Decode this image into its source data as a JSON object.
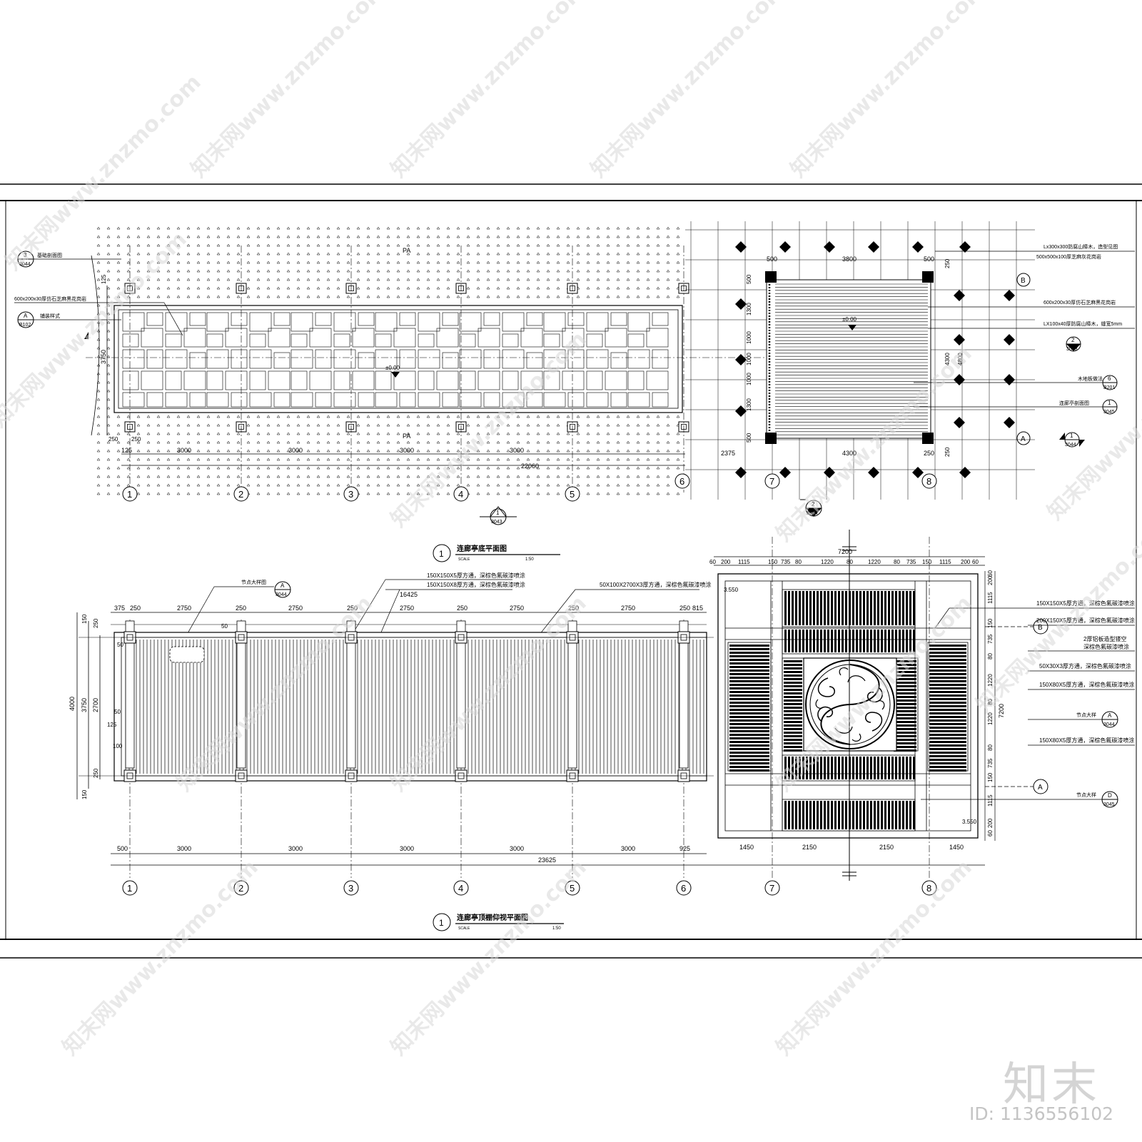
{
  "drawing_floor_plan": {
    "title": "连廊亭底平面图",
    "index": "1",
    "scale_label": "SCALE",
    "scale_value": "1:50",
    "section_mark": {
      "number": "1",
      "sheet": "3043"
    },
    "grid_labels": [
      "1",
      "2",
      "3",
      "4",
      "5",
      "6",
      "7",
      "8"
    ],
    "axis_labels": [
      "A",
      "B"
    ],
    "dims_bottom": [
      "125",
      "3000",
      "3000",
      "3000",
      "3000",
      "22060"
    ],
    "dims_left": [
      "125",
      "3750",
      "125",
      "250",
      "250"
    ],
    "paving_notes": [
      "PA",
      "PA"
    ],
    "level": "±0.00",
    "left_callouts": [
      {
        "num": "3",
        "sheet": "3044",
        "text": "基础剖面图"
      },
      {
        "num": "A",
        "sheet": "B102",
        "text": "铺装样式"
      }
    ],
    "note_600": "600x200x30厚仿石芝麻黑花岗岩",
    "pavilion_dims_top": [
      "500",
      "3800",
      "500"
    ],
    "pavilion_dims_left": [
      "500",
      "1300",
      "1000",
      "1000",
      "1000",
      "1300",
      "500"
    ],
    "pavilion_dims_right": [
      "250",
      "4300",
      "4800",
      "250"
    ],
    "pavilion_dims_bottom": [
      "2375",
      "4300",
      "250"
    ],
    "right_notes": [
      "Lx300x300防腐山樟木，造型见图",
      "500x500x100厚芝麻灰花岗岩",
      "600x200x30厚仿石芝麻黑花岗岩",
      "LX100x40厚防腐山樟木，缝宽5mm"
    ],
    "right_callouts": [
      {
        "num": "2",
        "sheet": "3043",
        "text": ""
      },
      {
        "num": "6",
        "sheet": "B201",
        "text": "木地板做法"
      },
      {
        "num": "1",
        "sheet": "3045",
        "text": "连廊亭剖面图"
      },
      {
        "num": "1",
        "sheet": "3044",
        "text": ""
      },
      {
        "num": "2",
        "sheet": "3044",
        "text": ""
      }
    ]
  },
  "drawing_roof_plan": {
    "title": "连廊亭顶棚仰视平面图",
    "index": "1",
    "scale_label": "SCALE",
    "scale_value": "1:50",
    "dims_top": [
      "375",
      "250",
      "2750",
      "250",
      "2750",
      "250",
      "2750",
      "250",
      "2750",
      "250",
      "2750",
      "250",
      "815"
    ],
    "dim_total_top": "16425",
    "dims_bottom": [
      "500",
      "3000",
      "3000",
      "3000",
      "3000",
      "3000",
      "925"
    ],
    "dim_total_bottom": "23625",
    "dims_left": [
      "4000",
      "3750",
      "2700",
      "150",
      "125",
      "250",
      "50",
      "125",
      "100"
    ],
    "small_labels": [
      "50",
      "50",
      "50",
      "50"
    ],
    "level": "3.550",
    "top_notes": [
      "150X150X5厚方通，深棕色氟碳漆喷涂",
      "150X150X8厚方通，深棕色氟碳漆喷涂",
      "50X100X2700X3厚方通，深棕色氟碳漆喷涂"
    ],
    "node_callout": {
      "num": "A",
      "sheet": "3044",
      "text": "节点大样图"
    },
    "pav_dim_total": "7200",
    "pav_dims_top": [
      "60",
      "200",
      "1115",
      "150",
      "735",
      "80",
      "1220",
      "80",
      "1220",
      "80",
      "735",
      "150",
      "1115",
      "200",
      "60"
    ],
    "pav_dims_bottom": [
      "1450",
      "2150",
      "2150",
      "1450"
    ],
    "pav_dims_right": [
      "60",
      "200",
      "1115",
      "150",
      "735",
      "80",
      "1220",
      "80",
      "1220",
      "80",
      "735",
      "150",
      "1115",
      "200",
      "60"
    ],
    "pav_dim_right_total": "7200",
    "right_notes": [
      "150X150X5厚方通，深棕色氟碳漆喷涂",
      "200X150X5厚方通，深棕色氟碳漆喷涂",
      "2厚铝板造型镂空",
      "深棕色氟碳漆喷涂",
      "50X30X3厚方通，深棕色氟碳漆喷涂",
      "150X80X5厚方通，深棕色氟碳漆喷涂",
      "150X80X5厚方通，深棕色氟碳漆喷涂"
    ],
    "right_callouts": [
      {
        "num": "A",
        "sheet": "3044",
        "text": "节点大样"
      },
      {
        "num": "D",
        "sheet": "3045",
        "text": "节点大样"
      }
    ]
  },
  "watermark_text": "知末网www.znzmo.com",
  "brand": "知末",
  "image_id": "ID: 1136556102"
}
